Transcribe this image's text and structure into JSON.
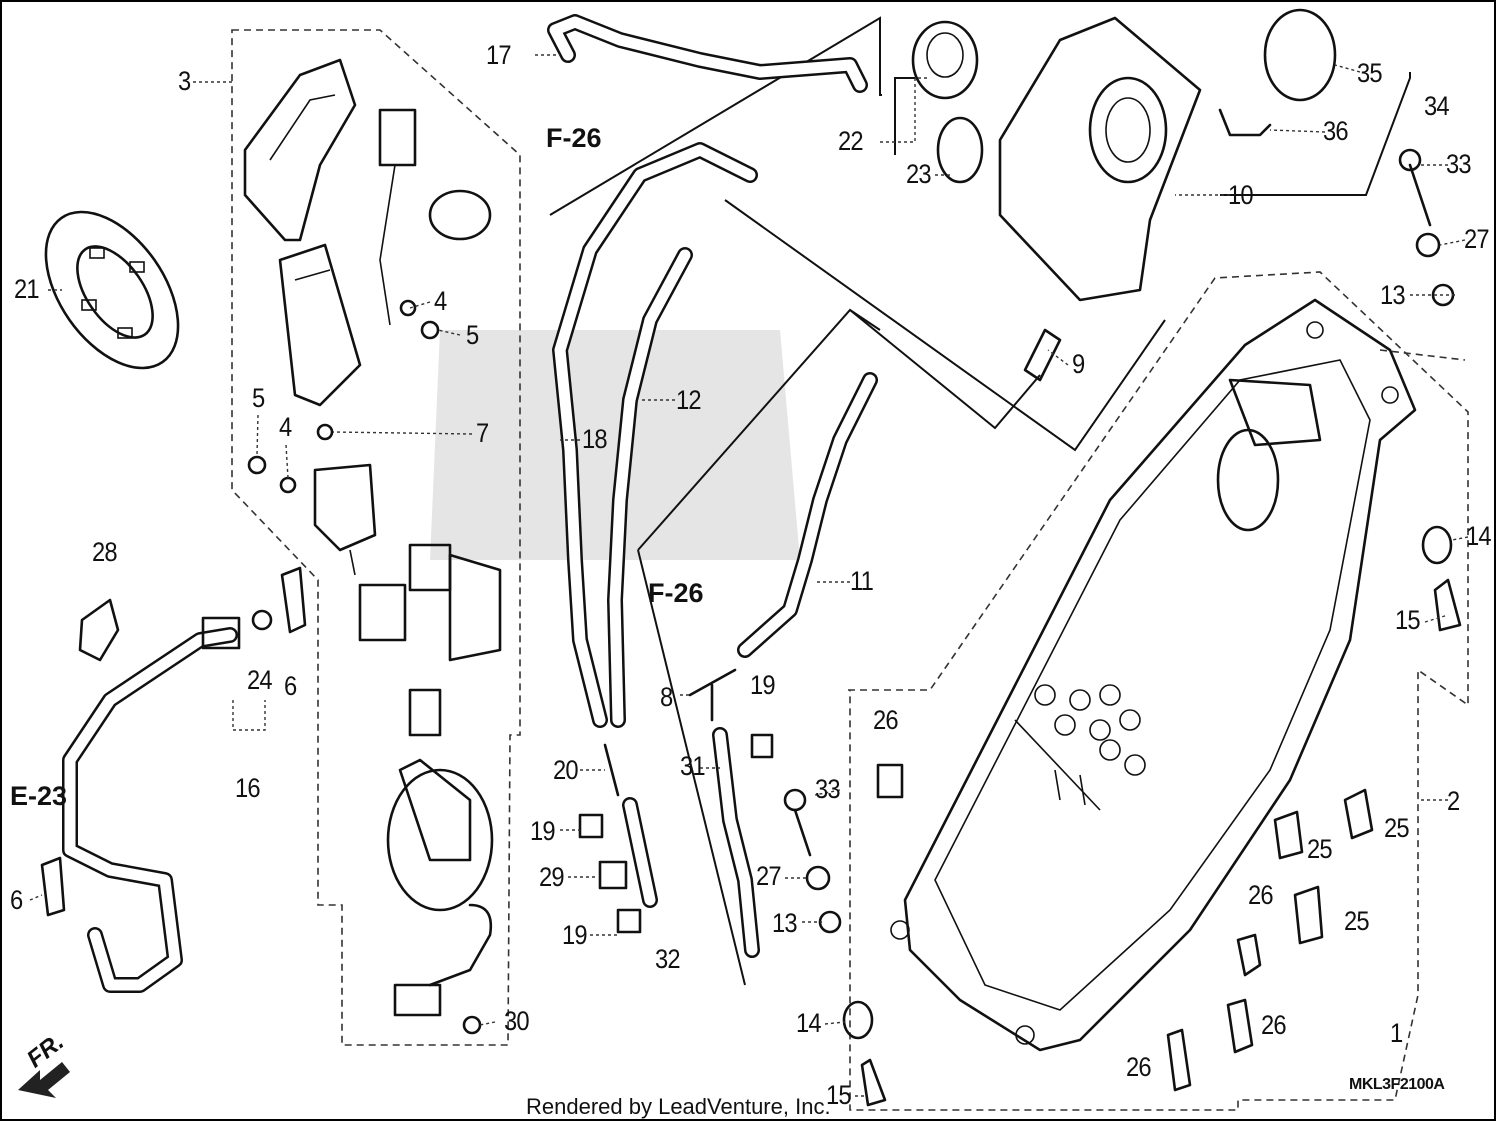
{
  "footer": "Rendered by LeadVenture, Inc.",
  "diagram_code": "MKL3F2100A",
  "front_indicator": "FR.",
  "references": [
    "F-26",
    "F-26",
    "E-23"
  ],
  "callouts": [
    {
      "id": "c1",
      "text": "1"
    },
    {
      "id": "c2",
      "text": "2"
    },
    {
      "id": "c3",
      "text": "3"
    },
    {
      "id": "c4a",
      "text": "4"
    },
    {
      "id": "c4b",
      "text": "4"
    },
    {
      "id": "c5a",
      "text": "5"
    },
    {
      "id": "c5b",
      "text": "5"
    },
    {
      "id": "c6a",
      "text": "6"
    },
    {
      "id": "c6b",
      "text": "6"
    },
    {
      "id": "c7",
      "text": "7"
    },
    {
      "id": "c8",
      "text": "8"
    },
    {
      "id": "c9",
      "text": "9"
    },
    {
      "id": "c10",
      "text": "10"
    },
    {
      "id": "c11",
      "text": "11"
    },
    {
      "id": "c12",
      "text": "12"
    },
    {
      "id": "c13a",
      "text": "13"
    },
    {
      "id": "c13b",
      "text": "13"
    },
    {
      "id": "c14a",
      "text": "14"
    },
    {
      "id": "c14b",
      "text": "14"
    },
    {
      "id": "c15a",
      "text": "15"
    },
    {
      "id": "c15b",
      "text": "15"
    },
    {
      "id": "c16",
      "text": "16"
    },
    {
      "id": "c17",
      "text": "17"
    },
    {
      "id": "c18",
      "text": "18"
    },
    {
      "id": "c19a",
      "text": "19"
    },
    {
      "id": "c19b",
      "text": "19"
    },
    {
      "id": "c19c",
      "text": "19"
    },
    {
      "id": "c20",
      "text": "20"
    },
    {
      "id": "c21",
      "text": "21"
    },
    {
      "id": "c22",
      "text": "22"
    },
    {
      "id": "c23",
      "text": "23"
    },
    {
      "id": "c24",
      "text": "24"
    },
    {
      "id": "c25a",
      "text": "25"
    },
    {
      "id": "c25b",
      "text": "25"
    },
    {
      "id": "c25c",
      "text": "25"
    },
    {
      "id": "c26a",
      "text": "26"
    },
    {
      "id": "c26b",
      "text": "26"
    },
    {
      "id": "c26c",
      "text": "26"
    },
    {
      "id": "c26d",
      "text": "26"
    },
    {
      "id": "c27a",
      "text": "27"
    },
    {
      "id": "c27b",
      "text": "27"
    },
    {
      "id": "c28",
      "text": "28"
    },
    {
      "id": "c29",
      "text": "29"
    },
    {
      "id": "c30",
      "text": "30"
    },
    {
      "id": "c31",
      "text": "31"
    },
    {
      "id": "c32",
      "text": "32"
    },
    {
      "id": "c33a",
      "text": "33"
    },
    {
      "id": "c33b",
      "text": "33"
    },
    {
      "id": "c34",
      "text": "34"
    },
    {
      "id": "c35",
      "text": "35"
    },
    {
      "id": "c36",
      "text": "36"
    }
  ]
}
